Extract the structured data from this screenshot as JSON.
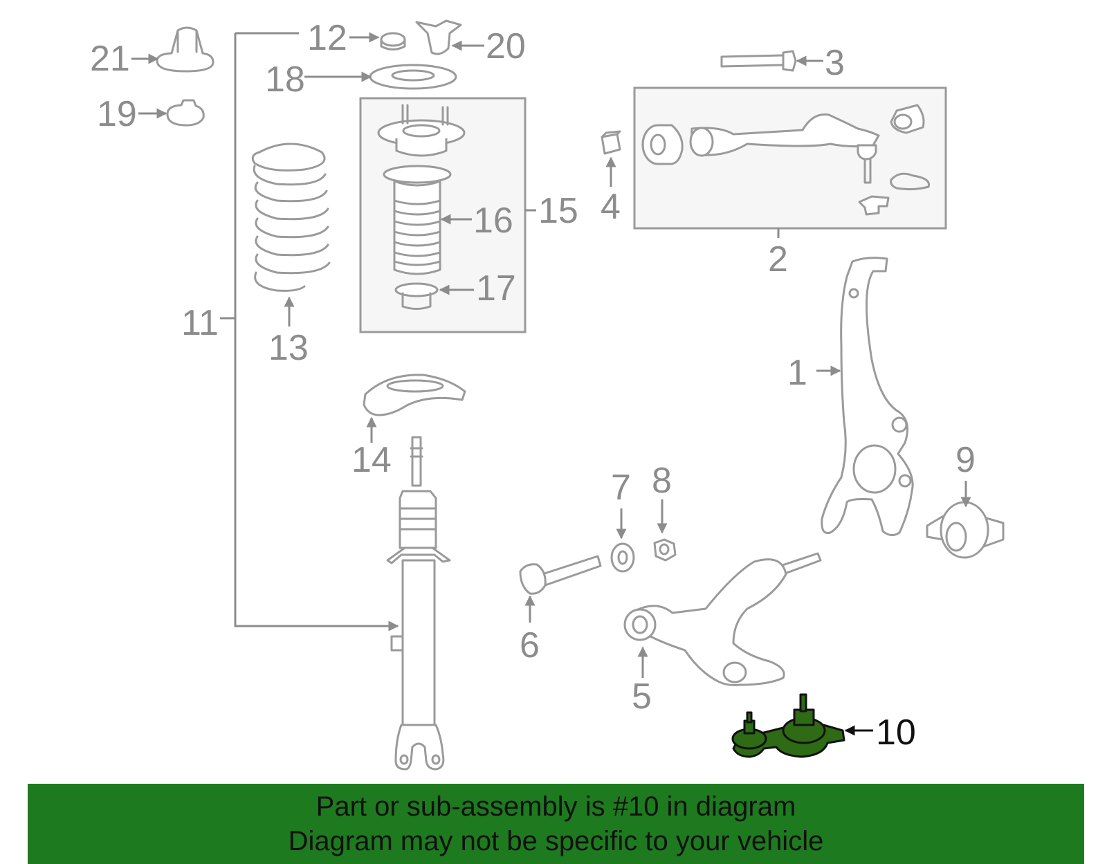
{
  "callouts": [
    "1",
    "2",
    "3",
    "4",
    "5",
    "6",
    "7",
    "8",
    "9",
    "10",
    "11",
    "12",
    "13",
    "14",
    "15",
    "16",
    "17",
    "18",
    "19",
    "20",
    "21"
  ],
  "highlighted_callout": "10",
  "colors": {
    "banner_background": "#1e7a1e",
    "highlight_part": "#2e6b14",
    "line_art": "#9a9a9a"
  },
  "banner": {
    "line1": "Part or sub-assembly is #10 in diagram",
    "line2": "Diagram may not be specific to your vehicle"
  }
}
